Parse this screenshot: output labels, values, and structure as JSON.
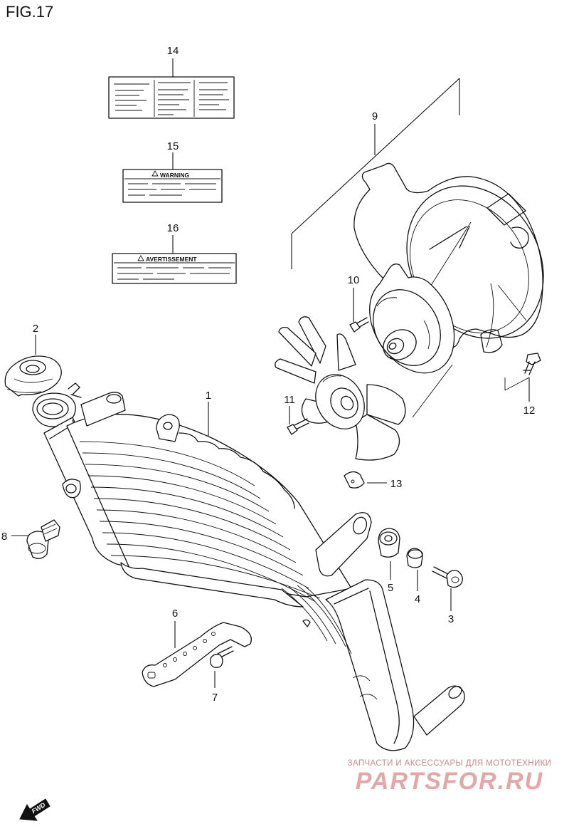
{
  "figure": {
    "title": "FIG.17"
  },
  "labels": {
    "warning": "WARNING",
    "avertissement": "AVERTISSEMENT",
    "fwd": "FWD"
  },
  "callouts": [
    {
      "id": "c1",
      "text": "1"
    },
    {
      "id": "c2",
      "text": "2"
    },
    {
      "id": "c3",
      "text": "3"
    },
    {
      "id": "c4",
      "text": "4"
    },
    {
      "id": "c5",
      "text": "5"
    },
    {
      "id": "c6",
      "text": "6"
    },
    {
      "id": "c7",
      "text": "7"
    },
    {
      "id": "c8",
      "text": "8"
    },
    {
      "id": "c9",
      "text": "9"
    },
    {
      "id": "c10",
      "text": "10"
    },
    {
      "id": "c11",
      "text": "11"
    },
    {
      "id": "c12",
      "text": "12"
    },
    {
      "id": "c13",
      "text": "13"
    },
    {
      "id": "c14",
      "text": "14"
    },
    {
      "id": "c15",
      "text": "15"
    },
    {
      "id": "c16",
      "text": "16"
    }
  ],
  "watermark": {
    "line1": "ЗАПЧАСТИ И АКСЕССУАРЫ ДЛЯ МОТОТЕХНИКИ",
    "line2": "PARTSFOR.RU",
    "color": "#e2a8a8"
  }
}
